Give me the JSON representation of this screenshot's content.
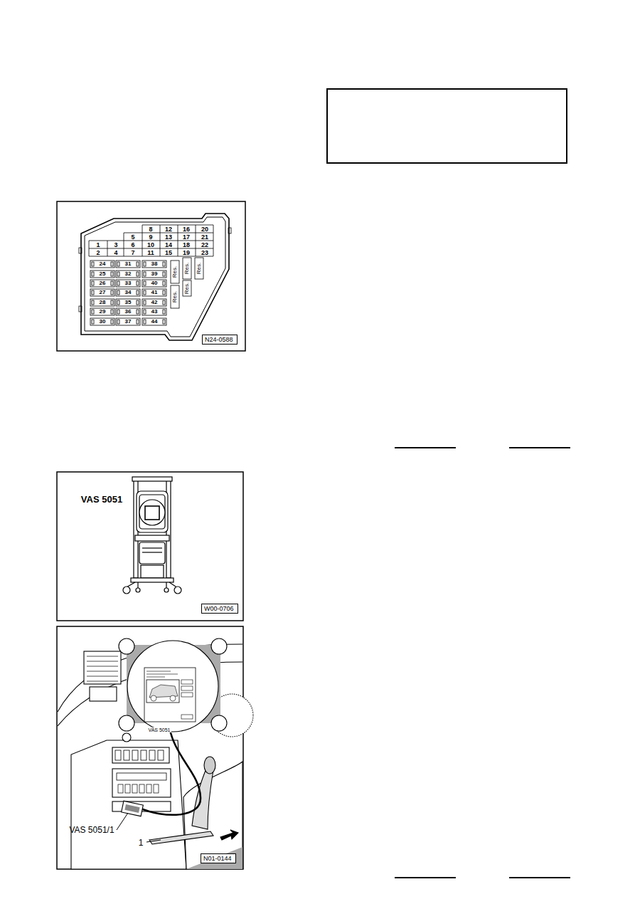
{
  "diagram": {
    "nodes": [
      {
        "text": [
          "N24-0588"
        ]
      },
      {
        "text": [
          "W00-0706"
        ]
      },
      {
        "text": [
          "N01-0144"
        ]
      }
    ],
    "labels": [
      "8",
      "12",
      "16",
      "20",
      "5",
      "9",
      "13",
      "17",
      "21",
      "1",
      "3",
      "6",
      "10",
      "14",
      "18",
      "22",
      "2",
      "4",
      "7",
      "11",
      "15",
      "19",
      "23",
      "24",
      "31",
      "38",
      "25",
      "32",
      "39",
      "26",
      "33",
      "40",
      "27",
      "34",
      "41",
      "28",
      "35",
      "42",
      "29",
      "36",
      "43",
      "30",
      "37",
      "44",
      "Res.",
      "Res.",
      "Res.",
      "Res.",
      "Res.",
      "VAS 5051",
      "VAS 5051",
      "VAS 5051/1",
      "1"
    ]
  }
}
